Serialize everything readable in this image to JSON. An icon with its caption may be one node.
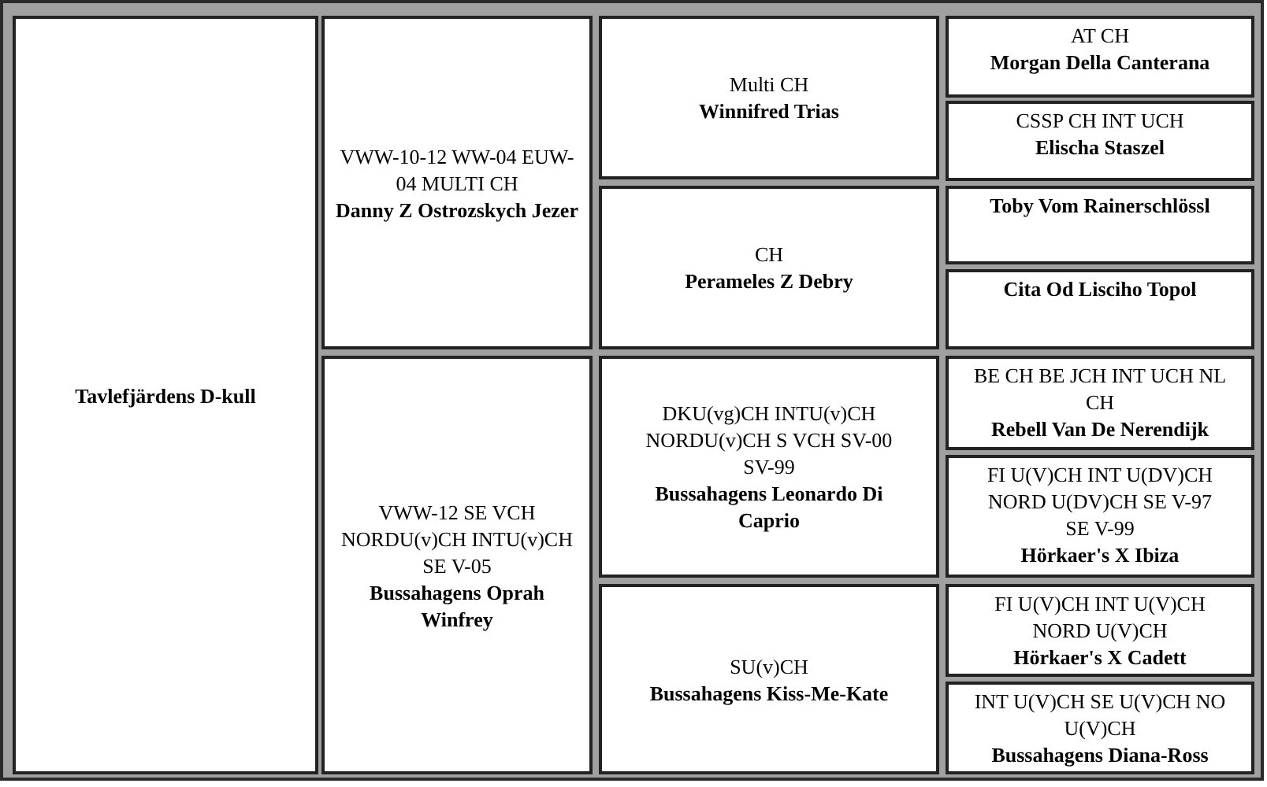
{
  "diagram": {
    "nodes": [
      {
        "text": [
          "Tavlefjärdens D-kull"
        ]
      },
      {
        "text": [
          "VWW-10-12 WW-04 EUW-04 MULTI CH",
          "Danny Z Ostrozskych Jezer"
        ]
      },
      {
        "text": [
          "Multi CH",
          "Winnifred Trias"
        ]
      },
      {
        "text": [
          "AT CH",
          "Morgan Della Canterana"
        ]
      },
      {
        "text": [
          "CSSP CH INT UCH",
          "Elischa Staszel"
        ]
      },
      {
        "text": [
          "CH",
          "Perameles Z Debry"
        ]
      },
      {
        "text": [
          "Toby Vom Rainerschlössl"
        ]
      },
      {
        "text": [
          "Cita Od Lisciho Topol"
        ]
      },
      {
        "text": [
          "VWW-12 SE VCH NORDU(v)CH INTU(v)CH SE V-05",
          "Bussahagens Oprah Winfrey"
        ]
      },
      {
        "text": [
          "DKU(vg)CH INTU(v)CH NORDU(v)CH S VCH SV-00 SV-99",
          "Bussahagens Leonardo Di Caprio"
        ]
      },
      {
        "text": [
          "BE CH BE JCH INT UCH NL CH",
          "Rebell Van De Nerendijk"
        ]
      },
      {
        "text": [
          "FI U(V)CH INT U(DV)CH NORD U(DV)CH SE V-97 SE V-99",
          "Hörkaer's X Ibiza"
        ]
      },
      {
        "text": [
          "SU(v)CH",
          "Bussahagens Kiss-Me-Kate"
        ]
      },
      {
        "text": [
          "FI U(V)CH INT U(V)CH NORD U(V)CH",
          "Hörkaer's X Cadett"
        ]
      },
      {
        "text": [
          "INT U(V)CH SE U(V)CH NO U(V)CH",
          "Bussahagens Diana-Ross"
        ]
      }
    ]
  }
}
